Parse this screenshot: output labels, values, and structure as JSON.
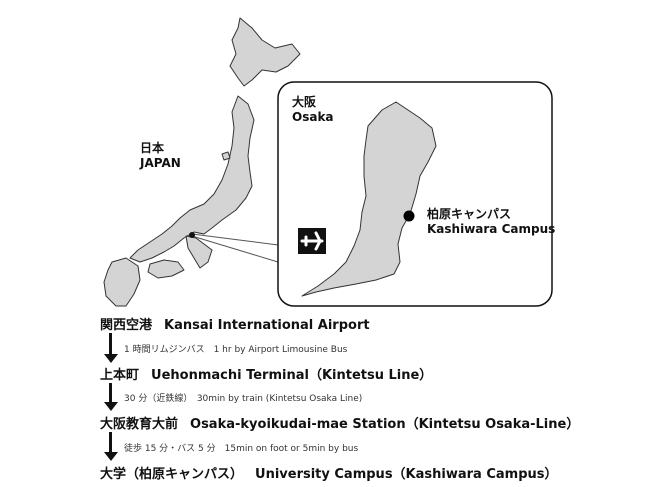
{
  "labels": {
    "japan_jp": "日本",
    "japan_en": "JAPAN",
    "osaka_jp": "大阪",
    "osaka_en": "Osaka",
    "campus_jp": "柏原キャンパス",
    "campus_en": "Kashiwara Campus"
  },
  "icons": {
    "airport": "airplane-icon",
    "campus_marker": "location-dot-icon"
  },
  "colors": {
    "land": "#d4d4d4",
    "outline": "#333333",
    "marker": "#000000"
  },
  "route": [
    {
      "jp": "関西空港",
      "en": "Kansai International Airport"
    },
    {
      "jp": "上本町",
      "en": "Uehonmachi Terminal（Kintetsu Line）"
    },
    {
      "jp": "大阪教育大前",
      "en": "Osaka-kyoikudai-mae Station（Kintetsu Osaka-Line）"
    },
    {
      "jp": "大学（柏原キャンパス）",
      "en": "University Campus（Kashiwara Campus）"
    }
  ],
  "route_notes": [
    "1 時間リムジンバス　1 hr by Airport Limousine Bus",
    "30 分（近鉄線）　30min by train (Kintetsu Osaka Line)",
    "徒歩 15 分・バス 5 分　15min on foot or 5min by bus"
  ]
}
